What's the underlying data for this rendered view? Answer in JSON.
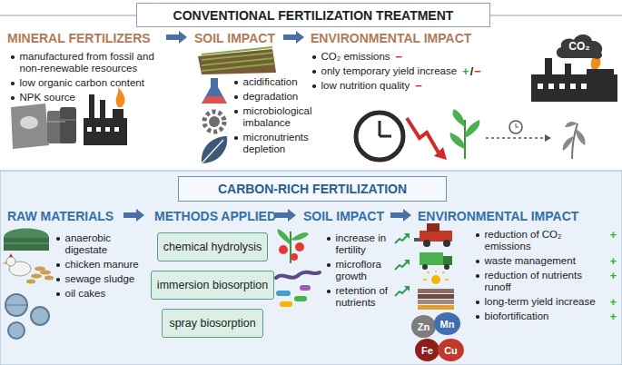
{
  "diagram": {
    "nodes": [
      {
        "text": [
          "CONVENTIONAL FERTILIZATION TREATMENT"
        ]
      },
      {
        "text": [
          "CO₂"
        ]
      },
      {
        "text": [
          "CARBON-RICH FERTILIZATION"
        ]
      },
      {
        "text": [
          "chemical hydrolysis"
        ]
      },
      {
        "text": [
          "immersion biosorption"
        ]
      },
      {
        "text": [
          "spray biosorption"
        ]
      },
      {
        "text": [
          "Zn"
        ]
      },
      {
        "text": [
          "Mn"
        ]
      },
      {
        "text": [
          "Fe"
        ]
      },
      {
        "text": [
          "Cu"
        ]
      }
    ],
    "labels": [
      "MINERAL FERTILIZERS",
      "SOIL IMPACT",
      "ENVIRONMENTAL IMPACT",
      "manufactured from fossil and non-renewable resources",
      "low organic carbon content",
      "NPK source",
      "acidification",
      "degradation",
      "microbiological imbalance",
      "micronutrients depletion",
      "CO₂ emissions",
      "−",
      "only temporary yield increase",
      "+",
      "/",
      "−",
      "low nutrition quality",
      "−",
      "RAW MATERIALS",
      "METHODS APPLIED",
      "SOIL IMPACT",
      "ENVIRONMENTAL IMPACT",
      "anaerobic digestate",
      "chicken manure",
      "sewage sludge",
      "oil cakes",
      "increase in fertility",
      "microflora growth",
      "retention of nutrients",
      "reduction of CO₂ emissions",
      "+",
      "waste management",
      "+",
      "reduction of nutrients runoff",
      "+",
      "long-term yield increase",
      "+",
      "biofortification",
      "+"
    ]
  }
}
